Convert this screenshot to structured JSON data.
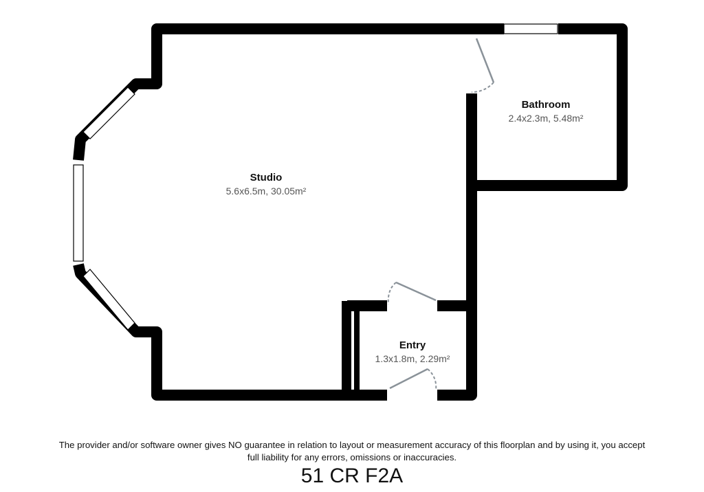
{
  "rooms": {
    "studio": {
      "name": "Studio",
      "dims": "5.6x6.5m, 30.05m²"
    },
    "bathroom": {
      "name": "Bathroom",
      "dims": "2.4x2.3m, 5.48m²"
    },
    "entry": {
      "name": "Entry",
      "dims": "1.3x1.8m, 2.29m²"
    }
  },
  "disclaimer": {
    "line1": "The provider and/or software owner gives NO guarantee in relation to layout or measurement accuracy of this floorplan and by using it, you accept",
    "line2": "full liability for any errors, omissions or inaccuracies."
  },
  "plan_title": "51 CR F2A",
  "colors": {
    "wall": "#000000",
    "door": "#8a9299",
    "window": "#ffffff",
    "text": "#111111",
    "dims": "#555555"
  }
}
